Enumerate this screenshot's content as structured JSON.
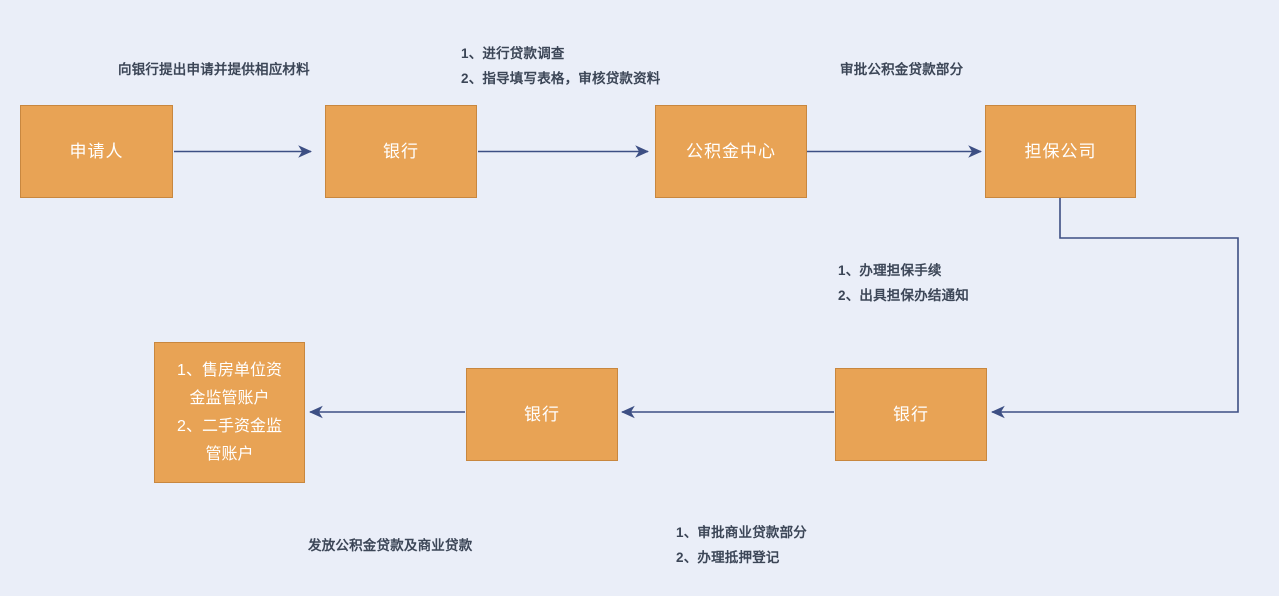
{
  "diagram": {
    "background_color": "#eaeef8",
    "node_fill": "#e8a355",
    "node_border": "#c8873f",
    "node_text_color": "#ffffff",
    "connector_color": "#3d4f84",
    "label_text_color": "#3c4657",
    "nodes": [
      {
        "id": "applicant",
        "label": "申请人"
      },
      {
        "id": "bank-top",
        "label": "银行"
      },
      {
        "id": "fund-center",
        "label": "公积金中心"
      },
      {
        "id": "guarantee-company",
        "label": "担保公司"
      },
      {
        "id": "bank-bottom-right",
        "label": "银行"
      },
      {
        "id": "bank-bottom-middle",
        "label": "银行"
      },
      {
        "id": "escrow-accounts",
        "label": "1、售房单位资\n金监管账户\n2、二手资金监\n管账户"
      }
    ],
    "edge_labels": [
      {
        "id": "apply-to-bank",
        "text": "向银行提出申请并提供相应材料"
      },
      {
        "id": "loan-investigation",
        "text": "1、进行贷款调查\n2、指导填写表格，审核贷款资料"
      },
      {
        "id": "approve-fund-loan",
        "text": "审批公积金贷款部分"
      },
      {
        "id": "guarantee-procedures",
        "text": "1、办理担保手续\n2、出具担保办结通知"
      },
      {
        "id": "approve-commercial-loan",
        "text": "1、审批商业贷款部分\n2、办理抵押登记"
      },
      {
        "id": "disburse-loans",
        "text": "发放公积金贷款及商业贷款"
      }
    ]
  }
}
